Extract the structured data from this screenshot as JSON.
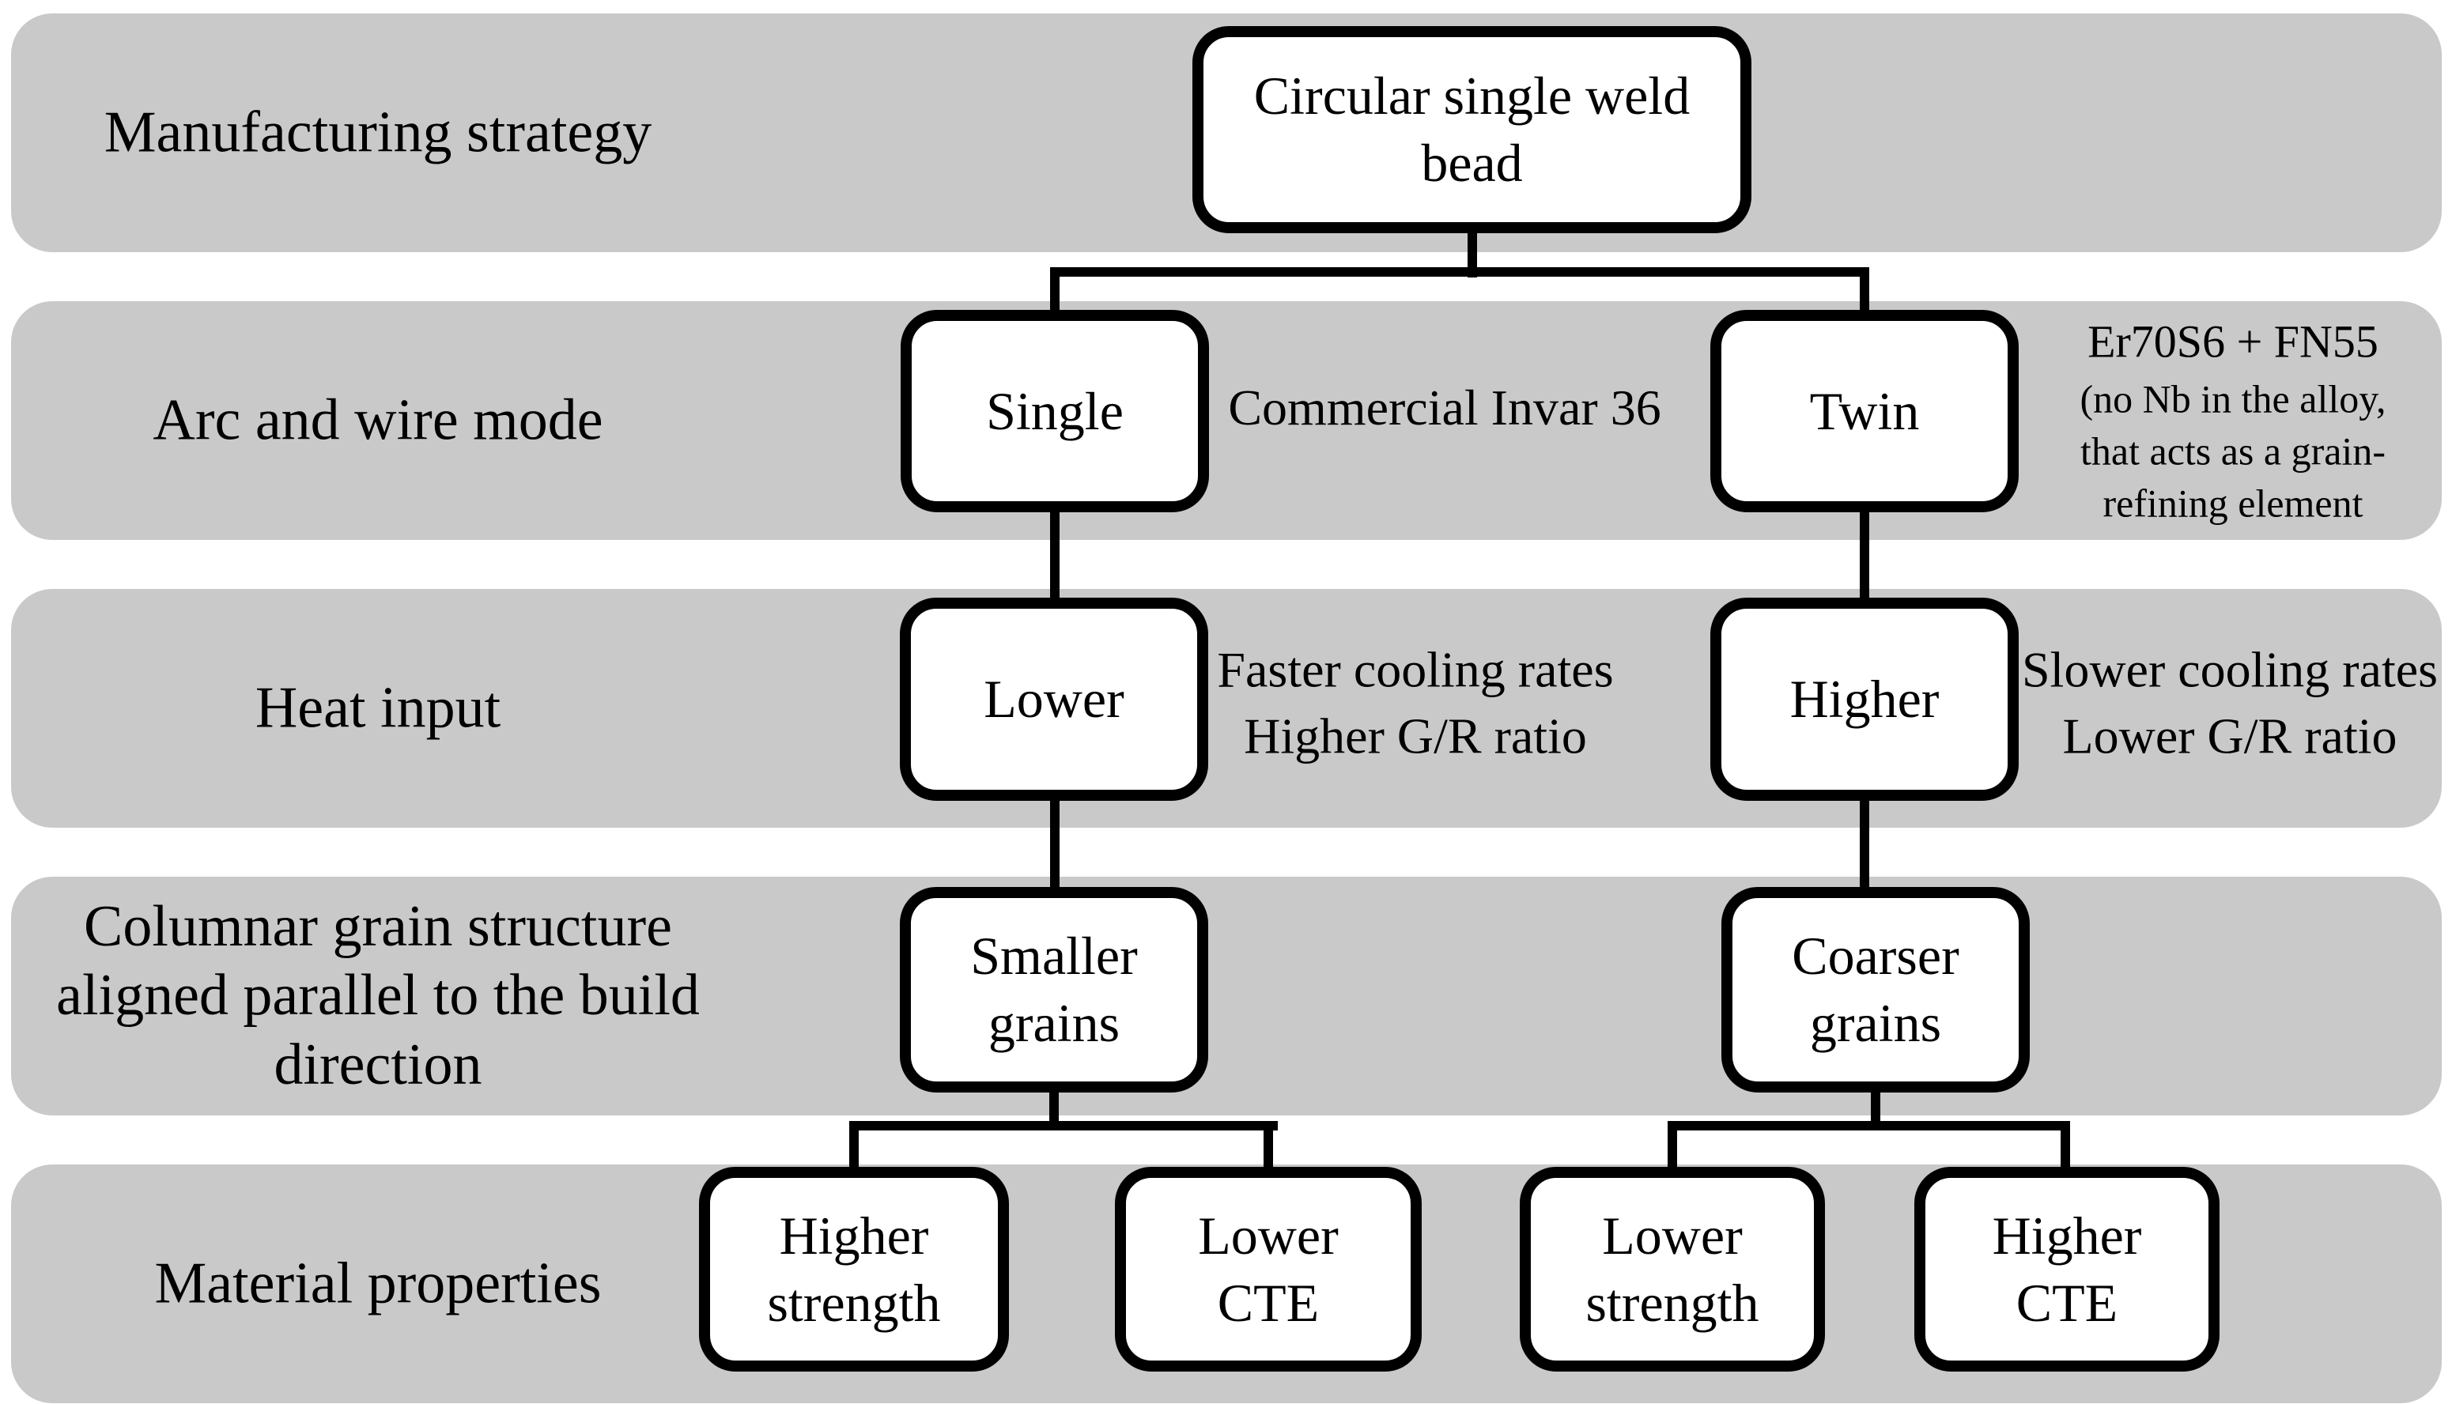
{
  "colors": {
    "band": "#c9c9c9",
    "line": "#000000",
    "box-fill": "#ffffff",
    "text": "#000000",
    "bg": "#ffffff"
  },
  "rows": [
    {
      "label": "Manufacturing strategy"
    },
    {
      "label": "Arc and wire mode"
    },
    {
      "label": "Heat input"
    },
    {
      "label_lines": [
        "Columnar grain structure",
        "aligned parallel to the build",
        "direction"
      ]
    },
    {
      "label": "Material properties"
    }
  ],
  "nodes": {
    "root": {
      "lines": [
        "Circular single weld",
        "bead"
      ]
    },
    "single": {
      "lines": [
        "Single"
      ]
    },
    "twin": {
      "lines": [
        "Twin"
      ]
    },
    "lower": {
      "lines": [
        "Lower"
      ]
    },
    "higher": {
      "lines": [
        "Higher"
      ]
    },
    "smaller_grains": {
      "lines": [
        "Smaller",
        "grains"
      ]
    },
    "coarser_grains": {
      "lines": [
        "Coarser",
        "grains"
      ]
    },
    "higher_strength": {
      "lines": [
        "Higher",
        "strength"
      ]
    },
    "lower_cte": {
      "lines": [
        "Lower",
        "CTE"
      ]
    },
    "lower_strength": {
      "lines": [
        "Lower",
        "strength"
      ]
    },
    "higher_cte": {
      "lines": [
        "Higher",
        "CTE"
      ]
    }
  },
  "annotations": {
    "single_note": "Commercial Invar 36",
    "twin_note_lines": [
      "Er70S6 + FN55",
      "(no Nb in the alloy,",
      "that acts as a grain-",
      "refining element"
    ],
    "lower_note_lines": [
      "Faster cooling rates",
      "Higher G/R ratio"
    ],
    "higher_note_lines": [
      "Slower cooling rates",
      "Lower G/R ratio"
    ]
  }
}
